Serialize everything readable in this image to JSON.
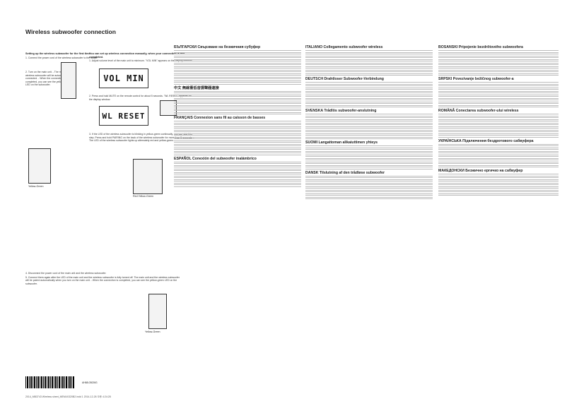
{
  "title": "Wireless subwoofer connection",
  "left_col": {
    "heading": "Setting up the wireless subwoofer for the first time",
    "step1": "1.  Connect the power cord of the wireless subwoofer to the outlet.",
    "step2": "2.  Turn on the main unit. - The main unit and wireless subwoofer will be automatically connected. - When the connection is completed, you can see the yellow-green LED on the subwoofer.",
    "step2b": "1.  Adjust volume level of the main unit to minimum. \"VOL MIN\" appears on the display window.",
    "step2c": "2.  Press and hold MUTE on the remote control for about 5 seconds. \"WL RESET\" appears on the display window.",
    "step3": "3.  If the LED of the wireless subwoofer is blinking in yellow-green continually, you can skip this step. Press and hold PAIRING on the back of the wireless subwoofer for more than 5 seconds. - The LED of the wireless subwoofer lights up alternately red and yellow-green.",
    "step4": "4.  Disconnect the power cord of the main unit and the wireless subwoofer.",
    "step5": "5.  Connect them again after the LED of the main unit and the wireless subwoofer is fully turned off. The main unit and the wireless subwoofer will be paired automatically when you turn on the main unit. - When the connection is completed, you can see the yellow-green LED on the subwoofer.",
    "manual": "You can set up wireless connection manually, when your connection is not completed.",
    "lcd1": "VOL MIN",
    "lcd2": "WL RESET",
    "yellow_green": "Yellow-Green",
    "red_yg": "Red Yellow-Green",
    "yellow_green2": "Yellow-Green"
  },
  "middle": {
    "s1": "БЪЛГАРСКИ Свързване на безжичния субуфер",
    "s2": "中文 無線重低音揚聲器連接",
    "s3": "FRANÇAIS Connexion sans fil au caisson de basses",
    "s4": "ESPAÑOL Conexión del subwoofer inalámbrico"
  },
  "right_mid": {
    "s1": "ITALIANO Collegamento subwoofer wireless",
    "s2": "DEUTSCH Drahtloser Subwoofer-Verbindung",
    "s3": "SVENSKA Trådlös subwoofer-anslutning",
    "s4": "SUOMI Langattoman alikaiuttimen yhteys",
    "s5": "DANSK Tilslutning af den trådløse subwoofer"
  },
  "right": {
    "s1": "BOSANSKI Pripojenie bezdrôtového subwoofera",
    "s2": "SRPSKI Povezivanje bežičnog subwoofer-a",
    "s3": "ROMÂNĂ Conectarea subwoofer-ului wireless",
    "s4": "УКРАЇНСЬКА Підключення бездротового сабвуфера",
    "s5": "МАКЕДОНСКИ Безжично ергичко на сабвуфер"
  },
  "footer": "2014_MB3743 Wireless sheet_MEM4X320B2.indd   1   2014-12-26   오후 4:24:28",
  "barcode_num": "AH68-03026G"
}
